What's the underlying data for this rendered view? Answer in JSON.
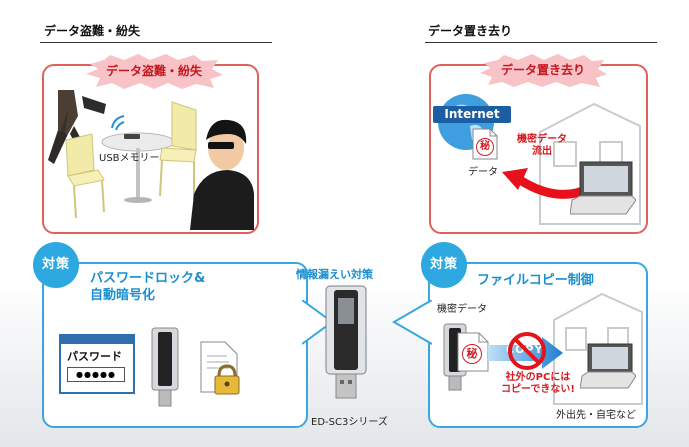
{
  "sections": {
    "theft_title": "データ盗難・紛失",
    "leave_title": "データ置き去り"
  },
  "theft_panel": {
    "burst_label": "データ盗難・紛失",
    "usb_label": "USBメモリー"
  },
  "leave_panel": {
    "burst_label": "データ置き去り",
    "internet_label": "Internet",
    "secret_mark": "秘",
    "data_label": "データ",
    "leak_label_1": "機密データ",
    "leak_label_2": "流出"
  },
  "center": {
    "heading": "情報漏えい対策",
    "product_label": "ED-SC3シリーズ"
  },
  "password_panel": {
    "badge": "対策",
    "heading_1": "パスワードロック&",
    "heading_2": "自動暗号化",
    "password_label": "パスワード",
    "password_dots": "●●●●●"
  },
  "copy_panel": {
    "badge": "対策",
    "heading": "ファイルコピー制御",
    "secret_data_label": "機密データ",
    "secret_mark": "秘",
    "copy_label": "COPY",
    "warning_1": "社外のPCには",
    "warning_2": "コピーできない!",
    "location_label": "外出先・自宅など"
  },
  "colors": {
    "red_border": "#e0605a",
    "blue_border": "#39a6df",
    "badge_blue": "#2da8e0",
    "warning_red": "#d31c22"
  }
}
